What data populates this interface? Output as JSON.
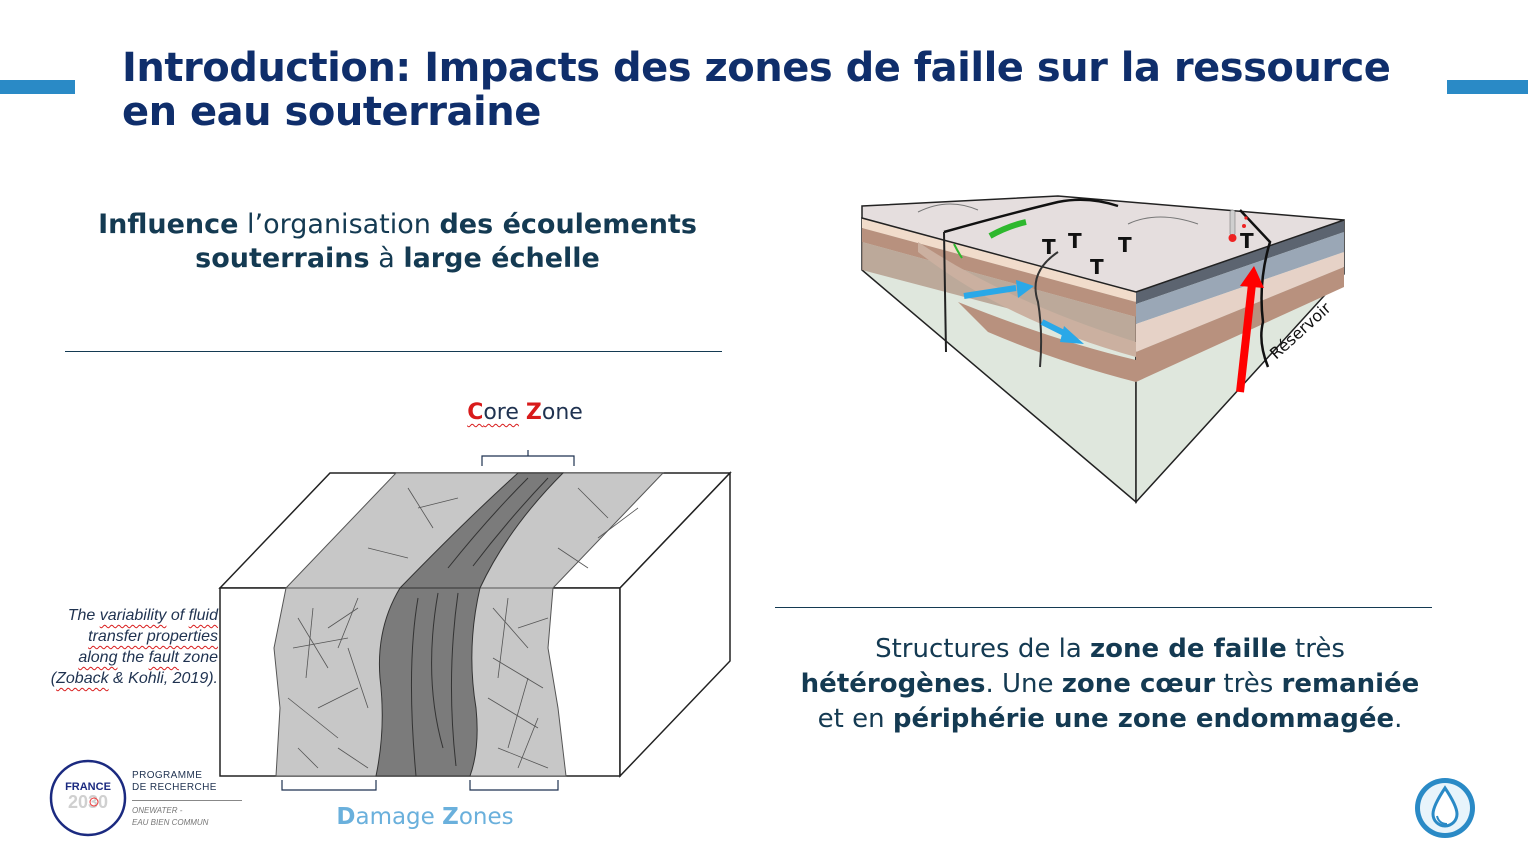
{
  "slide": {
    "title": "Introduction: Impacts des zones de faille sur la ressource en eau souterraine",
    "intro_text": [
      {
        "text": "Influence",
        "bold": true
      },
      {
        "text": " l’organisation ",
        "bold": false
      },
      {
        "text": "des écoulements souterrains",
        "bold": true
      },
      {
        "text": " à ",
        "bold": false
      },
      {
        "text": "large échelle",
        "bold": true
      }
    ],
    "structures_text": [
      {
        "text": "Structures de la ",
        "bold": false
      },
      {
        "text": "zone de faille",
        "bold": true
      },
      {
        "text": " très ",
        "bold": false
      },
      {
        "text": "hétérogènes",
        "bold": true
      },
      {
        "text": ". Une ",
        "bold": false
      },
      {
        "text": "zone cœur",
        "bold": true
      },
      {
        "text": " très ",
        "bold": false
      },
      {
        "text": "remaniée",
        "bold": true
      },
      {
        "text": " et en ",
        "bold": false
      },
      {
        "text": "périphérie une zone endommagée",
        "bold": true
      },
      {
        "text": ".",
        "bold": false
      }
    ]
  },
  "fault_figure": {
    "core_label": {
      "first_initial": "C",
      "first_rest": "ore",
      "second_initial": "Z",
      "second_rest": "one"
    },
    "damage_label": {
      "first_initial": "D",
      "first_rest": "amage",
      "second_initial": "Z",
      "second_rest": "ones"
    },
    "caption": {
      "line1_a": "The ",
      "line1_b": "variability",
      "line1_c": " of ",
      "line1_d": "fluid",
      "line2": "transfer properties",
      "line3_a": "along",
      "line3_b": " the ",
      "line3_c": "fault",
      "line3_d": " zone",
      "line4_a": "(",
      "line4_b": "Zoback",
      "line4_c": " & Kohli, 2019)."
    }
  },
  "block_diagram": {
    "reservoir_label": "Réservoir",
    "well_symbol": "T"
  },
  "footer": {
    "france_label": "FRANCE",
    "year_label": "2030",
    "program_line1": "PROGRAMME",
    "program_line2": "DE RECHERCHE",
    "program_sub1": "ONEWATER -",
    "program_sub2": "EAU BIEN COMMUN"
  },
  "colors": {
    "title": "#0f2e6b",
    "body_text": "#143a52",
    "accent": "#2a8ac6",
    "core_label": "#d81b1b",
    "damage_label": "#6ab0dc"
  },
  "icons": [
    "thermometer-icon",
    "water-drop-logo-icon",
    "france-2030-logo-icon"
  ]
}
